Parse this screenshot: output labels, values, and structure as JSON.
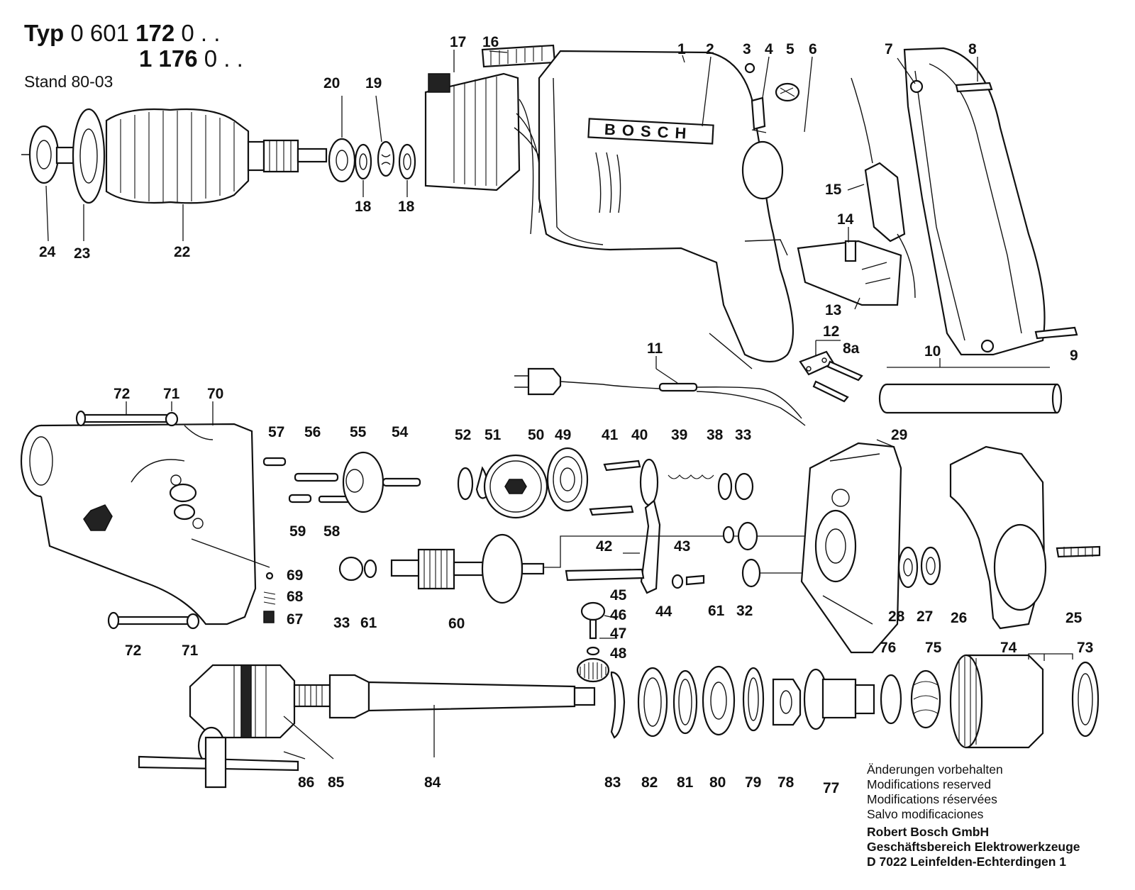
{
  "header": {
    "typ_label": "Typ",
    "typ_prefix": "0 601",
    "typ_number_1": "172",
    "typ_suffix_1": "0 . .",
    "typ_number_2": "1 176",
    "typ_suffix_2": "0 . .",
    "stand": "Stand 80-03"
  },
  "housing_brand": "BOSCH",
  "callouts": [
    "1",
    "2",
    "3",
    "4",
    "5",
    "6",
    "7",
    "8",
    "8a",
    "9",
    "10",
    "11",
    "12",
    "13",
    "14",
    "15",
    "16",
    "17",
    "18",
    "18",
    "19",
    "20",
    "22",
    "23",
    "24",
    "25",
    "26",
    "27",
    "28",
    "29",
    "32",
    "33",
    "33",
    "38",
    "39",
    "40",
    "41",
    "42",
    "43",
    "44",
    "45",
    "46",
    "47",
    "48",
    "49",
    "50",
    "51",
    "52",
    "54",
    "55",
    "56",
    "57",
    "58",
    "59",
    "60",
    "61",
    "61",
    "67",
    "68",
    "69",
    "70",
    "71",
    "71",
    "72",
    "72",
    "73",
    "74",
    "75",
    "76",
    "77",
    "78",
    "79",
    "80",
    "81",
    "82",
    "83",
    "84",
    "85",
    "86"
  ],
  "footer": {
    "notice_de": "Änderungen vorbehalten",
    "notice_en": "Modifications reserved",
    "notice_fr": "Modifications réservées",
    "notice_es": "Salvo modificaciones",
    "company": "Robert Bosch GmbH",
    "division": "Geschäftsbereich Elektrowerkzeuge",
    "address": "D 7022 Leinfelden-Echterdingen 1"
  }
}
